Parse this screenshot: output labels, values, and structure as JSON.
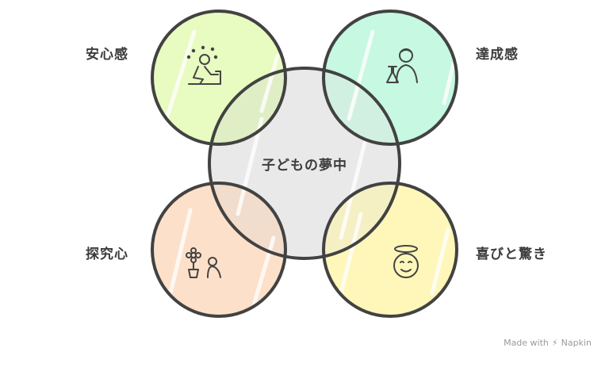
{
  "diagram": {
    "center_label": "子どもの夢中",
    "satellites": [
      {
        "label": "安心感",
        "icon": "child-playing-icon",
        "fill": "#e8fbc0"
      },
      {
        "label": "達成感",
        "icon": "scientist-icon",
        "fill": "#c6f8e2"
      },
      {
        "label": "探究心",
        "icon": "child-with-flowers-icon",
        "fill": "#fde0c9"
      },
      {
        "label": "喜びと驚き",
        "icon": "angel-face-icon",
        "fill": "#fff7ba"
      }
    ],
    "center_fill": "#e9e9e9",
    "stroke": "#424242"
  },
  "footer": {
    "text": "Made with",
    "brand": "Napkin"
  }
}
